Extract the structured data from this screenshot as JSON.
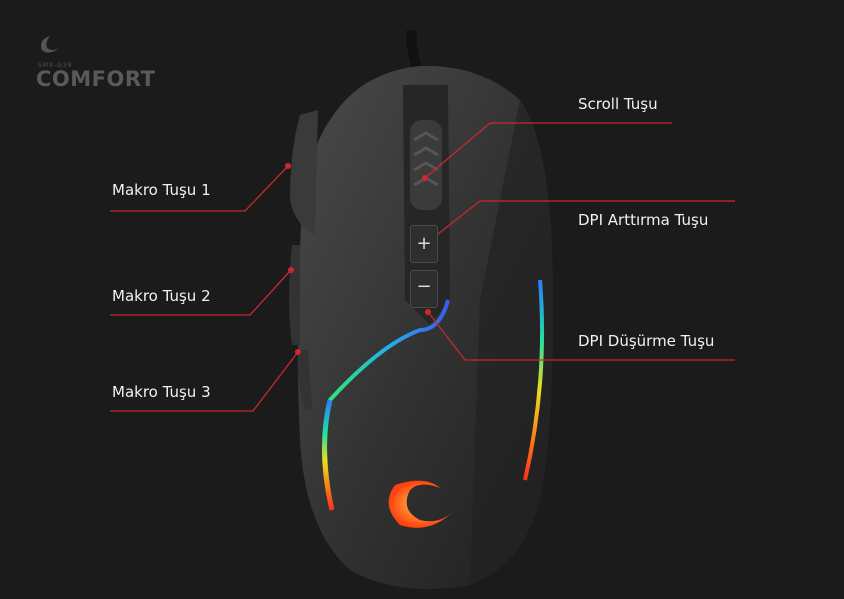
{
  "brand": {
    "model": "SMX-G39",
    "name": "COMFORT"
  },
  "labels": {
    "scroll": "Scroll Tuşu",
    "dpi_up": "DPI Arttırma Tuşu",
    "dpi_down": "DPI Düşürme Tuşu",
    "macro1": "Makro Tuşu 1",
    "macro2": "Makro Tuşu 2",
    "macro3": "Makro Tuşu 3"
  },
  "buttons": {
    "plus": "+",
    "minus": "−"
  },
  "colors": {
    "callout": "#c42a2f",
    "background": "#1b1b1b"
  }
}
